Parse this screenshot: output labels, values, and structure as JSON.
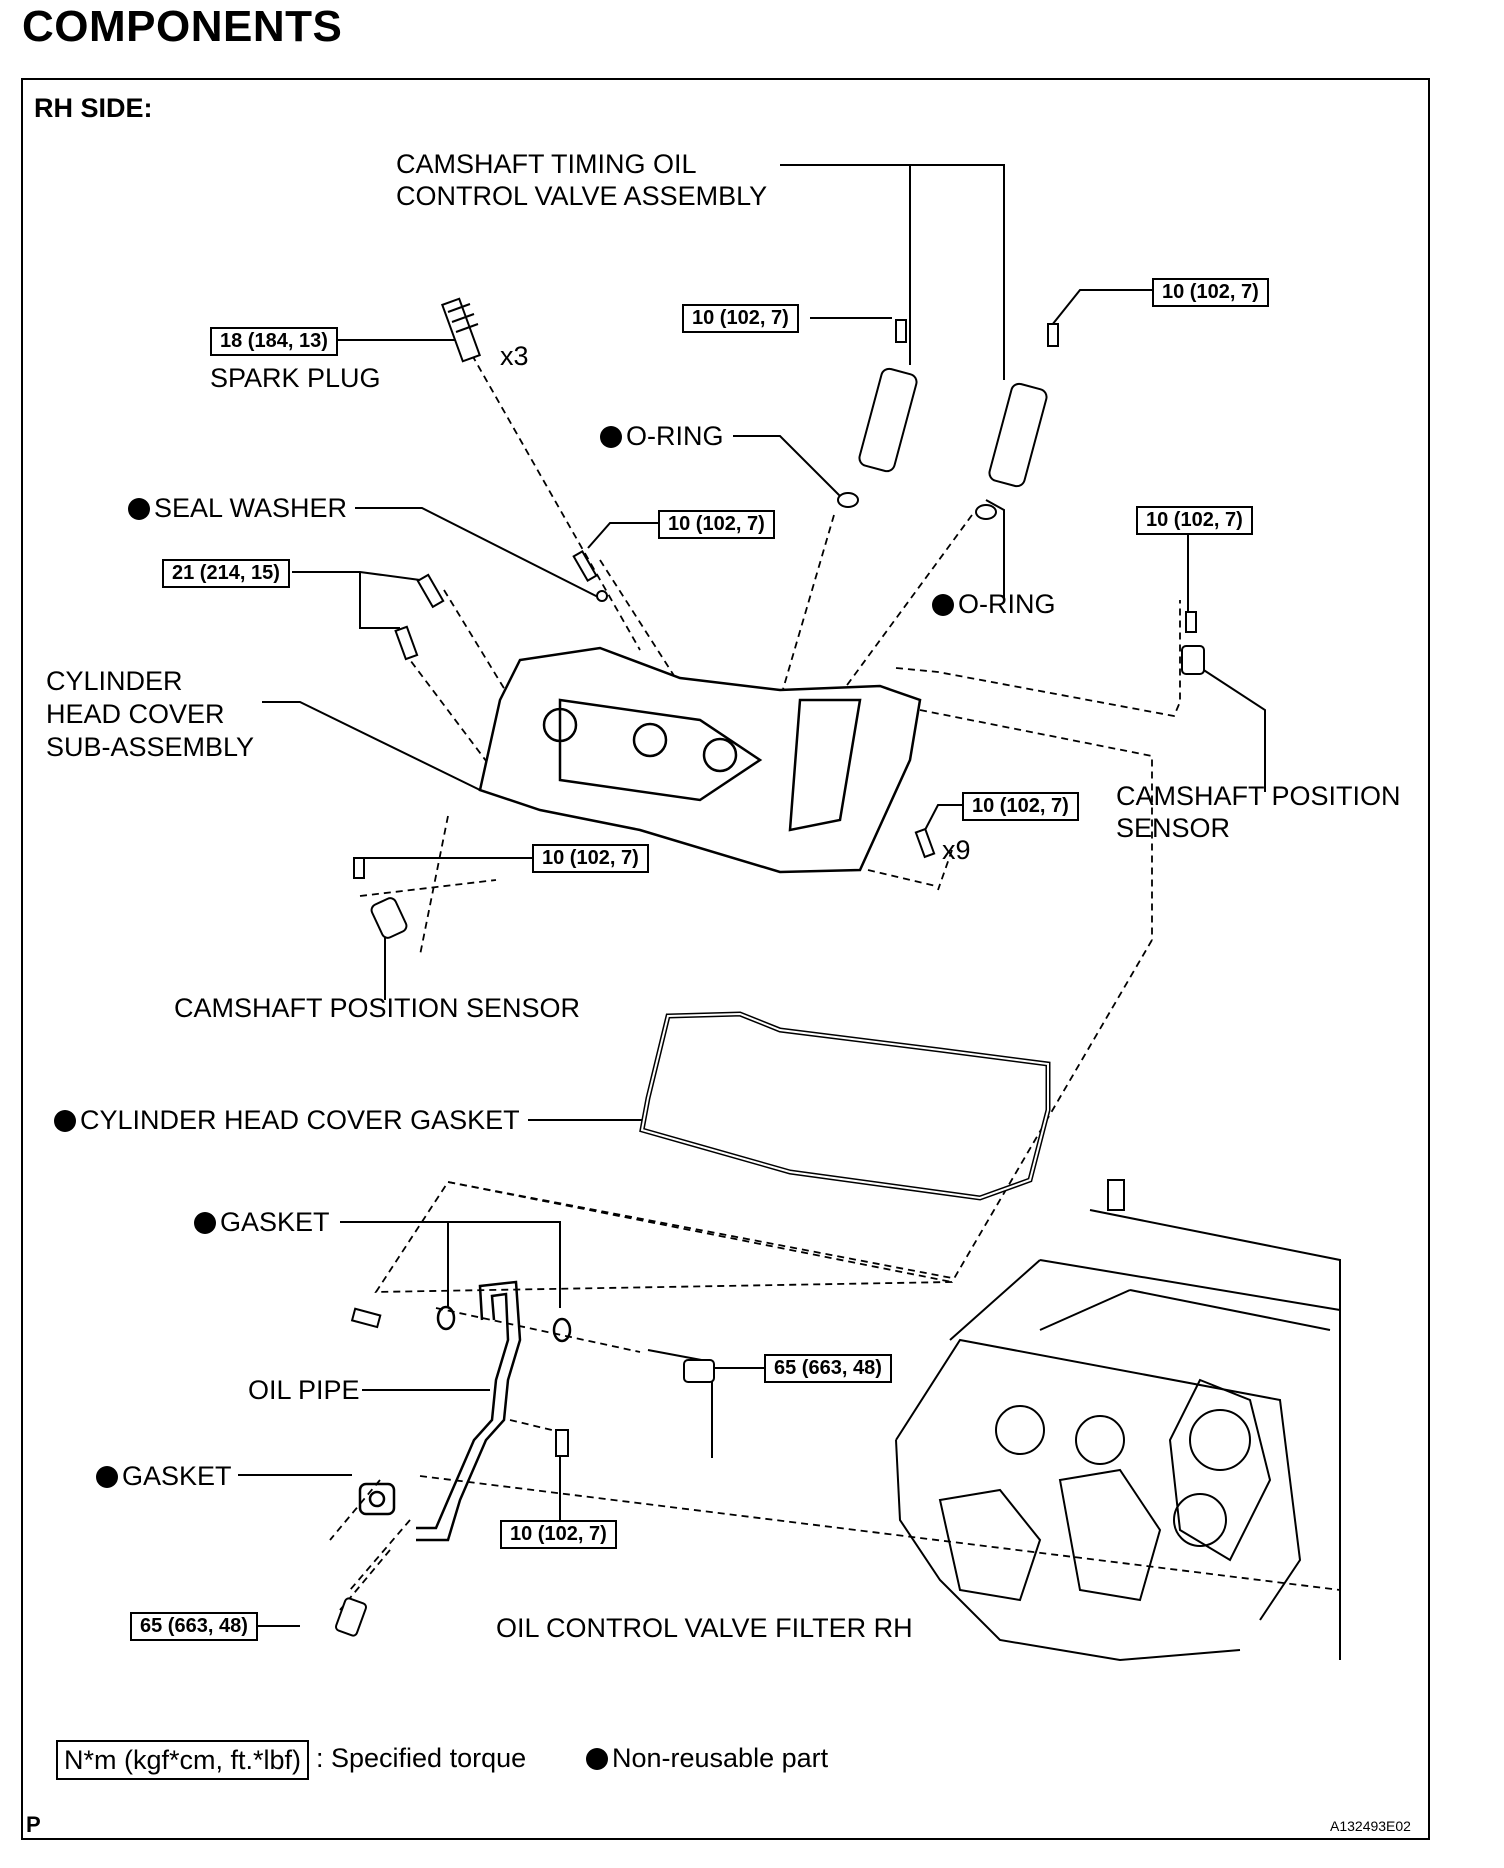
{
  "title": "COMPONENTS",
  "section": "RH SIDE:",
  "labels": {
    "camshaft_timing_valve_l1": "CAMSHAFT TIMING OIL",
    "camshaft_timing_valve_l2": "CONTROL VALVE ASSEMBLY",
    "spark_plug": "SPARK PLUG",
    "spark_plug_qty": "x3",
    "o_ring_top": "O-RING",
    "o_ring_right": "O-RING",
    "seal_washer": "SEAL WASHER",
    "cylinder_head_cover_l1": "CYLINDER",
    "cylinder_head_cover_l2": "HEAD COVER",
    "cylinder_head_cover_l3": "SUB-ASSEMBLY",
    "camshaft_position_sensor_right_l1": "CAMSHAFT POSITION",
    "camshaft_position_sensor_right_l2": "SENSOR",
    "bolt_qty_x9": "x9",
    "camshaft_position_sensor_left": "CAMSHAFT POSITION SENSOR",
    "cylinder_head_cover_gasket": "CYLINDER HEAD COVER GASKET",
    "gasket_upper": "GASKET",
    "oil_pipe": "OIL PIPE",
    "gasket_lower": "GASKET",
    "oil_control_valve_filter": "OIL CONTROL VALVE FILTER RH"
  },
  "torques": {
    "ocv_left_bolt": "10 (102, 7)",
    "ocv_right_bolt": "10 (102, 7)",
    "spark_plug": "18 (184, 13)",
    "seal_washer_bolt": "10 (102, 7)",
    "cover_bolts": "21 (214, 15)",
    "cam_sensor_right": "10 (102, 7)",
    "cover_bolts_x9": "10 (102, 7)",
    "cam_sensor_left": "10 (102, 7)",
    "union_bolt_upper": "65 (663, 48)",
    "pipe_bolt": "10 (102, 7)",
    "union_bolt_lower": "65 (663, 48)"
  },
  "legend": {
    "torque_units": "N*m (kgf*cm, ft.*lbf)",
    "torque_desc": ": Specified torque",
    "non_reusable": "Non-reusable part"
  },
  "footer": {
    "page_marker": "P",
    "figure_id": "A132493E02"
  }
}
